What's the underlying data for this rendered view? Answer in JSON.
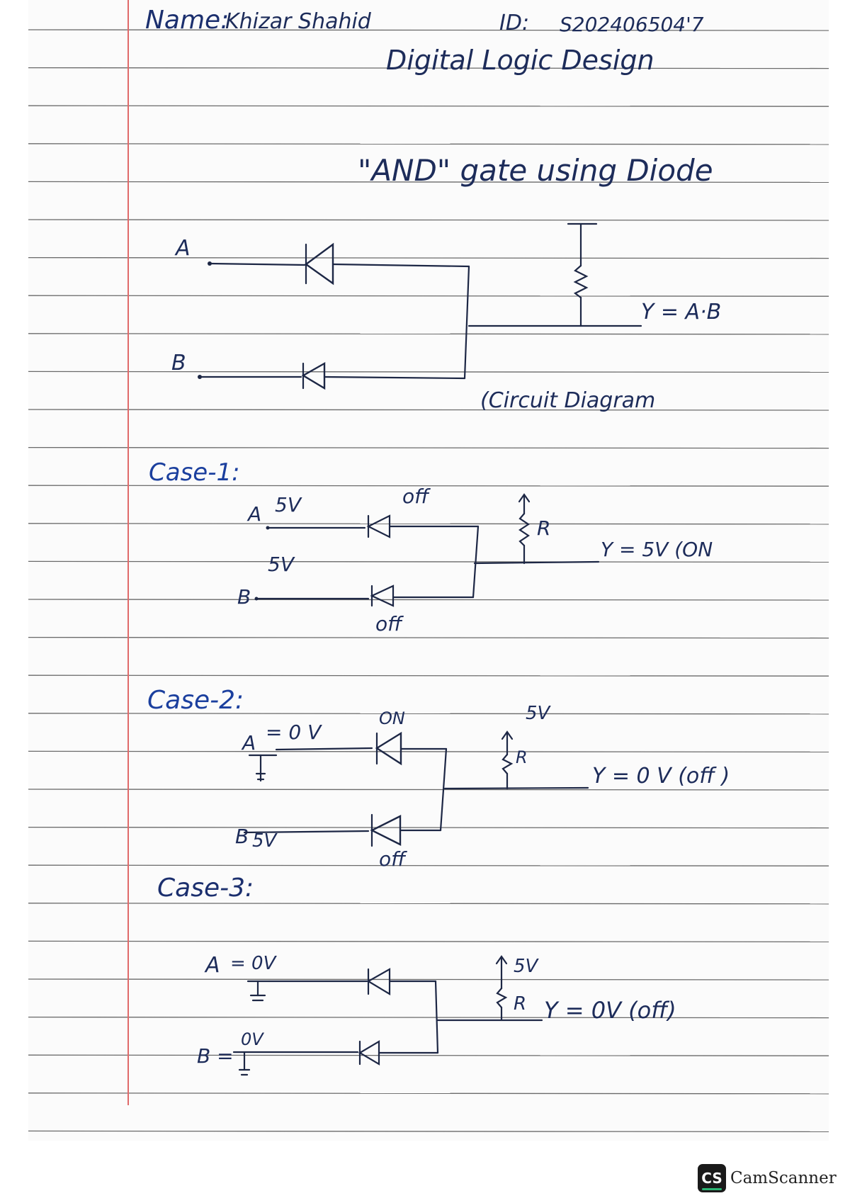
{
  "header": {
    "name_label": "Name:",
    "name_value": "Khizar Shahid",
    "id_label": "ID:",
    "id_value": "S202406504'7",
    "subject": "Digital Logic Design",
    "title": "\"AND\" gate using Diode"
  },
  "circuit": {
    "input_a": "A",
    "input_b": "B",
    "output": "Y = A·B",
    "caption": "(Circuit Diagram"
  },
  "case1": {
    "heading": "Case-1:",
    "a_label": "A",
    "a_voltage": "5V",
    "b_label": "B",
    "b_voltage": "5V",
    "diode_a_state": "off",
    "diode_b_state": "off",
    "resistor": "R",
    "output": "Y = 5V (ON"
  },
  "case2": {
    "heading": "Case-2:",
    "a_label": "A",
    "a_voltage": "= 0 V",
    "b_label": "B",
    "b_voltage": "5V",
    "diode_a_state": "ON",
    "diode_b_state": "off",
    "supply": "5V",
    "resistor": "R",
    "output": "Y = 0 V (off )"
  },
  "case3": {
    "heading": "Case-3:",
    "a_label": "A",
    "a_voltage": "= 0V",
    "b_label": "B =",
    "b_voltage": "0V",
    "supply": "5V",
    "resistor": "R",
    "output": "Y = 0V (off)"
  },
  "footer": {
    "brand_mark": "CS",
    "brand_name": "CamScanner"
  },
  "colors": {
    "ink": "#1d2745",
    "blue_ink": "#1b3f9e",
    "margin_line": "#e06a6a",
    "rule_line": "#2e2e2e"
  }
}
